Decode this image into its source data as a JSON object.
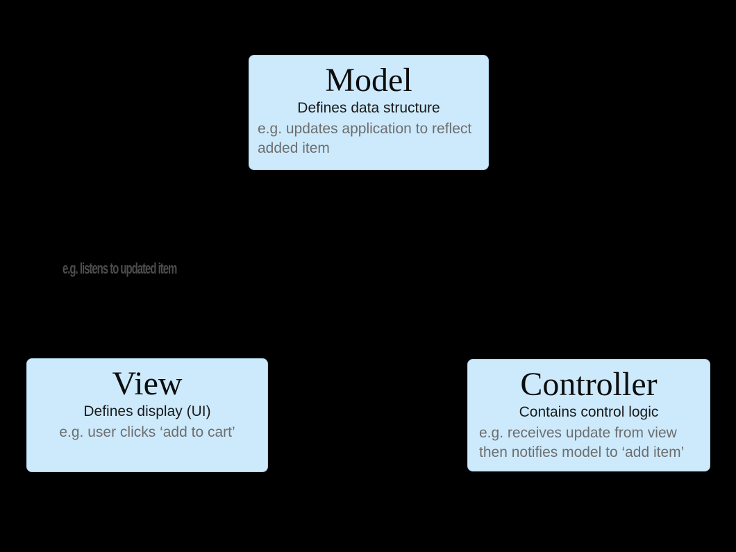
{
  "diagram": {
    "type": "architecture-diagram",
    "topic": "MVC pattern",
    "colors": {
      "background": "#000000",
      "box_fill": "#cdeafc",
      "box_border": "#aed4ea",
      "title_color": "#0d0d0d",
      "subtitle_color": "#1a1a1a",
      "example_color": "#6e6e6e",
      "annotation_color": "#4d4d4d"
    },
    "nodes": [
      {
        "id": "model",
        "title": "Model",
        "subtitle": "Defines data structure",
        "example_line1": "e.g. updates application to reflect",
        "example_line2": "added item"
      },
      {
        "id": "view",
        "title": "View",
        "subtitle": "Defines display (UI)",
        "example_line1": "e.g. user clicks ‘add to cart’",
        "example_line2": ""
      },
      {
        "id": "controller",
        "title": "Controller",
        "subtitle": "Contains control logic",
        "example_line1": "e.g. receives update from view",
        "example_line2": "then notifies model to ‘add item’"
      }
    ],
    "annotation": {
      "text": "e.g. listens to updated item",
      "note": "rendered horizontally compressed in source image"
    }
  }
}
